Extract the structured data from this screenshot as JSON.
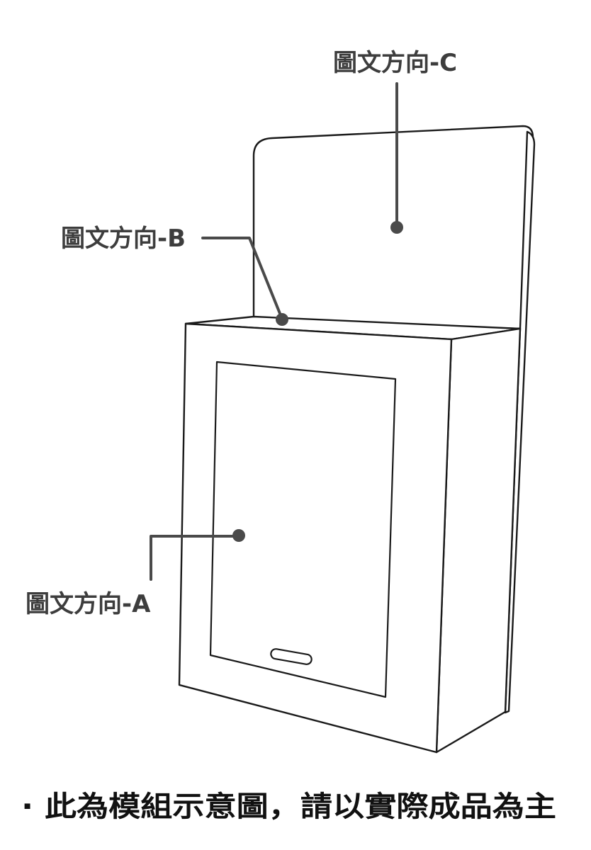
{
  "labels": {
    "direction_c": "圖文方向-C",
    "direction_b": "圖文方向-B",
    "direction_a": "圖文方向-A"
  },
  "footer_note": "· 此為模組示意圖，請以實際成品為主",
  "colors": {
    "line": "#1a1a1a",
    "leader": "#4a4a4a",
    "label_text": "#3d3d3d",
    "background": "#ffffff"
  }
}
